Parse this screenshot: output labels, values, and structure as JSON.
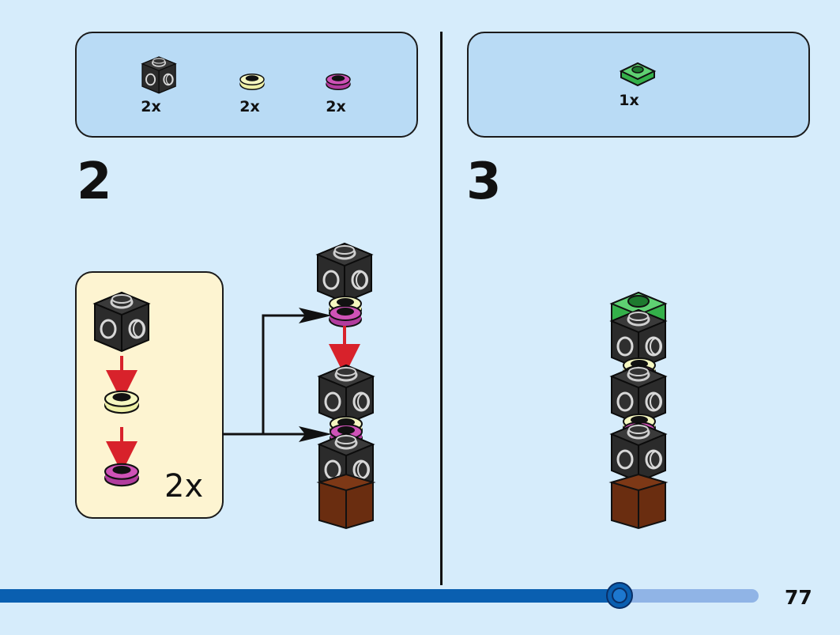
{
  "step2": {
    "number": "2",
    "parts": [
      {
        "name": "black-brick-1x1-studs-on-sides",
        "qty": "2x",
        "color": "#2b2b2b"
      },
      {
        "name": "yellow-round-plate-1x1",
        "qty": "2x",
        "color": "#eef0a6"
      },
      {
        "name": "magenta-round-plate-1x1",
        "qty": "2x",
        "color": "#b23c9e"
      }
    ],
    "subassembly_multiplier": "2x"
  },
  "step3": {
    "number": "3",
    "parts": [
      {
        "name": "green-plate-1x1",
        "qty": "1x",
        "color": "#34b04a"
      }
    ]
  },
  "footer": {
    "page_number": "77",
    "progress": 0.785
  },
  "colors": {
    "background": "#d6ecfb",
    "parts_box": "#b9dbf5",
    "subassembly_box": "#fdf4d1",
    "arrow_red": "#d8222b",
    "brick_black": "#2b2b2b",
    "brown_base": "#6a2d10"
  }
}
